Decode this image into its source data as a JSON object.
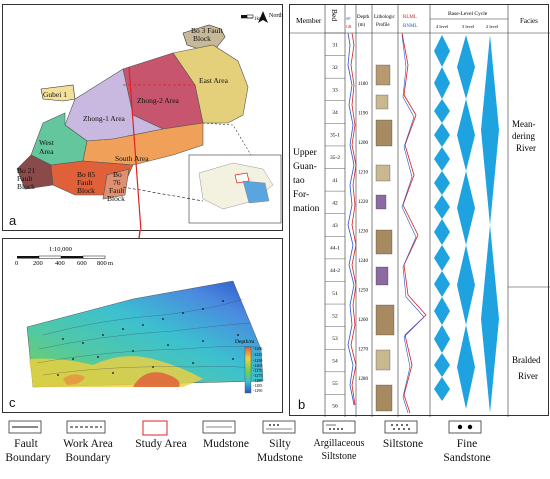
{
  "figure": {
    "panel_labels": {
      "a": "a",
      "b": "b",
      "c": "c"
    }
  },
  "map_a": {
    "north_label": "North",
    "scale_label": "1km",
    "areas": {
      "bo3_fault": "Bo 3 Fault",
      "bo3_block": "Block",
      "gubei": "Gubei 1",
      "east": "East Area",
      "zhong2": "Zhong-2 Area",
      "zhong1": "Zhong-1 Area",
      "west1": "West",
      "west2": "Area",
      "south": "South Area",
      "bo21_1": "Bo 21",
      "bo21_2": "Fault",
      "bo21_3": "Block",
      "bo85_1": "Bo 85",
      "bo85_2": "Fault",
      "bo85_3": "Block",
      "bo76_1": "Bo",
      "bo76_2": "76",
      "bo76_3": "Fault",
      "bo76_4": "Block"
    }
  },
  "map_c": {
    "scale_title": "1:10,000",
    "scale_ticks": [
      "0",
      "200",
      "400",
      "600",
      "800"
    ],
    "scale_unit": "m",
    "colorbar_title": "Depth/m",
    "colorbar_values": [
      "-1200",
      "-1225",
      "-1250",
      "-1265",
      "-1270",
      "-1275",
      "-1280",
      "-1285",
      "-1290"
    ]
  },
  "column_b": {
    "headers": {
      "member": "Member",
      "bed": "Bed",
      "depth": "Depth",
      "depth_unit": "(m)",
      "lithologic_1": "Lithologic",
      "lithologic_2": "Profile",
      "sp": "SP",
      "gr": "GR",
      "rlml": "RLML",
      "rnml": "RNML",
      "sp_scale": "0",
      "gr_scale": "0",
      "rlml_scale": "10",
      "rnml_scale": "10",
      "baselevel": "Base-Level Cycle",
      "level4": "4 level",
      "level3": "3 level",
      "level2": "2 level",
      "facies": "Facies"
    },
    "member_lines": [
      "Upper",
      "Guan-",
      "tao",
      "For-",
      "mation"
    ],
    "beds": [
      "31",
      "32",
      "33",
      "34",
      "35-1",
      "35-2",
      "41",
      "42",
      "43",
      "44-1",
      "44-2",
      "51",
      "52",
      "53",
      "54",
      "55",
      "56"
    ],
    "depths": [
      "1180",
      "1190",
      "1200",
      "1210",
      "1220",
      "1230",
      "1240",
      "1250",
      "1260",
      "1270",
      "1280"
    ],
    "facies_top": [
      "Mean-",
      "dering",
      "River"
    ],
    "facies_bottom": [
      "Bralded",
      "River"
    ]
  },
  "legend": {
    "fault_1": "Fault",
    "fault_2": "Boundary",
    "work_1": "Work Area",
    "work_2": "Boundary",
    "study": "Study Area",
    "mudstone": "Mudstone",
    "silty_1": "Silty",
    "silty_2": "Mudstone",
    "arg_1": "Argillaceous",
    "arg_2": "Siltstone",
    "siltstone": "Siltstone",
    "fine_1": "Fine",
    "fine_2": "Sandstone"
  },
  "colors": {
    "east": "#e4d07a",
    "zhong2": "#c8556e",
    "zhong1": "#c9b9e0",
    "west": "#63c69d",
    "south": "#f0a058",
    "bo21": "#8a4a4a",
    "bo85": "#e0603a",
    "gubei": "#f3e09a",
    "arrow": "#e02020",
    "cycle": "#1fa3e0",
    "sp_line": "#2a54c8",
    "gr_line": "#d42020"
  }
}
